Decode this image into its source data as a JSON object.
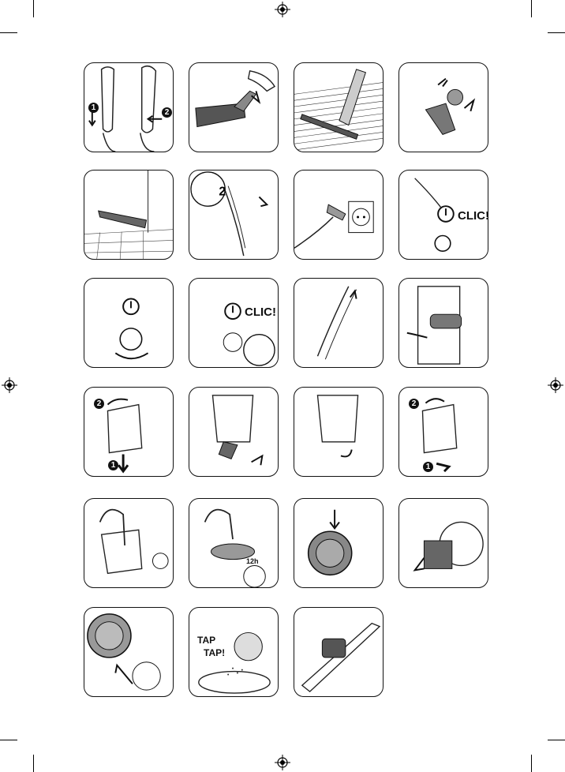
{
  "panels": {
    "p1": {
      "step1": "1",
      "step2": "2"
    },
    "p8": {
      "clic": "CLIC!"
    },
    "p10": {
      "clic": "CLIC!"
    },
    "p13": {
      "step2": "2",
      "step1": "1"
    },
    "p16": {
      "step2": "2",
      "step1": "1"
    },
    "p18": {
      "time": "12h"
    },
    "p22": {
      "tap1": "TAP",
      "tap2": "TAP!"
    }
  },
  "icons": {
    "registration_mark": "crosshair-registration-icon",
    "crop_mark": "crop-mark"
  }
}
